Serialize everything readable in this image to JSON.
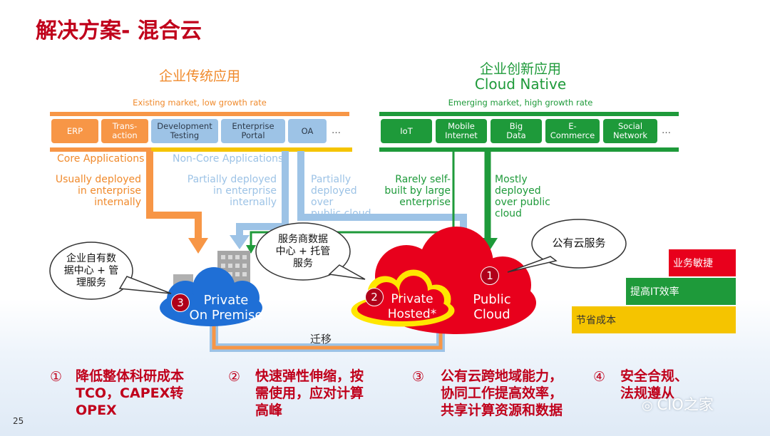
{
  "title": "解决方案- 混合云",
  "traditional": {
    "title": "企业传统应用",
    "subtitle": "Existing market, low growth rate",
    "core_label": "Core Applications",
    "noncore_label": "Non-Core Applications",
    "apps": [
      "ERP",
      "Trans-\naction",
      "Development\nTesting",
      "Enterprise\nPortal",
      "OA",
      "…"
    ]
  },
  "innovative": {
    "title1": "企业创新应用",
    "title2": "Cloud Native",
    "subtitle": "Emerging market, high growth rate",
    "apps": [
      "IoT",
      "Mobile\nInternet",
      "Big\nData",
      "E-\nCommerce",
      "Social\nNetwork",
      "…"
    ]
  },
  "flows": {
    "internal": "Usually deployed\nin enterprise\ninternally",
    "partial_internal": "Partially deployed\nin enterprise\ninternally",
    "partial_public": "Partially\ndeployed over\npublic cloud",
    "self_built": "Rarely self-\nbuilt by large\nenterprise",
    "mostly_public": "Mostly\ndeployed\nover public\ncloud"
  },
  "bubbles": {
    "self_dc": "企业自有数\n据中心 + 管\n理服务",
    "provider_dc": "服务商数据\n中心 + 托管\n服务",
    "public_service": "公有云服务"
  },
  "clouds": {
    "private_premise": {
      "num": "3",
      "text": "Private\nOn Premise"
    },
    "private_hosted": {
      "num": "2",
      "text": "Private\nHosted*"
    },
    "public": {
      "num": "1",
      "text": "Public\nCloud"
    }
  },
  "migrate": "迁移",
  "steps": [
    "业务敏捷",
    "提高IT效率",
    "节省成本"
  ],
  "colors": {
    "red": "#e8001c",
    "green": "#1e9a3a",
    "yellow": "#f5c400",
    "orange": "#f79646",
    "blue": "#9dc3e6"
  },
  "benefits": [
    {
      "num": "①",
      "text": "降低整体科研成本\nTCO，CAPEX转\nOPEX"
    },
    {
      "num": "②",
      "text": "快速弹性伸缩，按\n需使用，应对计算\n高峰"
    },
    {
      "num": "③",
      "text": "公有云跨地域能力，\n协同工作提高效率，\n共享计算资源和数据"
    },
    {
      "num": "④",
      "text": "安全合规、\n法规遵从"
    }
  ],
  "page_number": "25",
  "watermark": "CIO之家"
}
